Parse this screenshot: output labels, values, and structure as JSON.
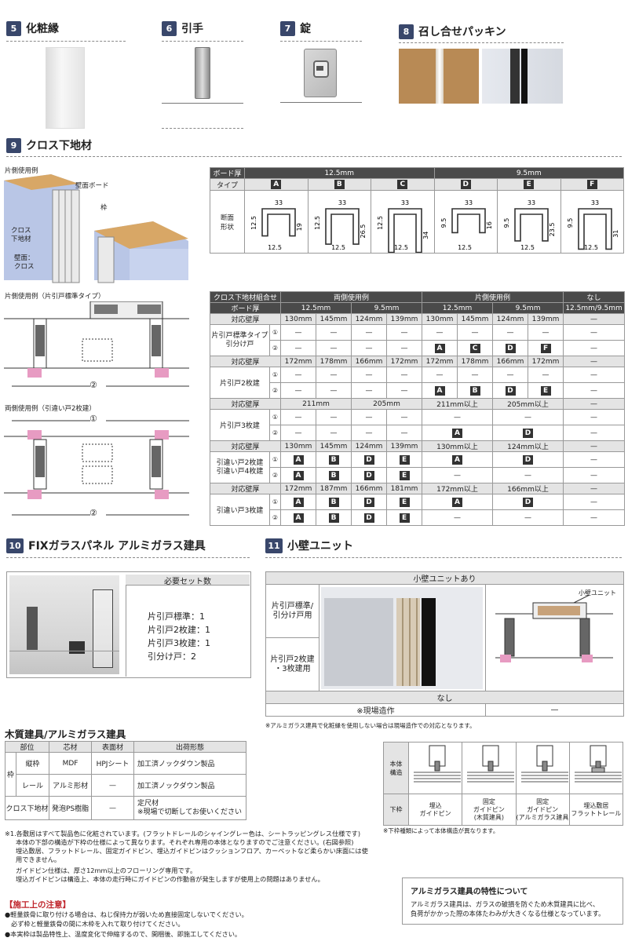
{
  "sec5": {
    "num": "5",
    "title": "化粧縁"
  },
  "sec6": {
    "num": "6",
    "title": "引手"
  },
  "sec7": {
    "num": "7",
    "title": "錠"
  },
  "sec8": {
    "num": "8",
    "title": "召し合せパッキン"
  },
  "sec9": {
    "num": "9",
    "title": "クロス下地材"
  },
  "sec10": {
    "num": "10",
    "title": "FIXガラスパネル アルミガラス建具"
  },
  "sec11": {
    "num": "11",
    "title": "小壁ユニット"
  },
  "diagram9": {
    "title": "片側使用例",
    "board": "壁面ボード",
    "frame": "枠",
    "cross1": "クロス",
    "cross2": "下地材",
    "wall1": "壁面：",
    "wall2": "クロス"
  },
  "plan1": {
    "title": "片側使用例（片引戸標準タイプ）",
    "mark": "②"
  },
  "plan2": {
    "title": "両側使用例（引違い戸2枚建）",
    "mark1": "①",
    "mark2": "②"
  },
  "table1": {
    "board_label": "ボード厚",
    "board_a": "12.5mm",
    "board_b": "9.5mm",
    "type_label": "タイプ",
    "types": [
      "A",
      "B",
      "C",
      "D",
      "E",
      "F"
    ],
    "shape_label1": "断面",
    "shape_label2": "形状",
    "dims": [
      {
        "top": "33",
        "left": "12.5",
        "right": "19",
        "bottom": "12.5"
      },
      {
        "top": "33",
        "left": "12.5",
        "right": "26.5",
        "bottom": "12.5"
      },
      {
        "top": "33",
        "left": "12.5",
        "right": "34",
        "bottom": "12.5"
      },
      {
        "top": "33",
        "left": "9.5",
        "right": "16",
        "bottom": "12.5"
      },
      {
        "top": "33",
        "left": "9.5",
        "right": "23.5",
        "bottom": "12.5"
      },
      {
        "top": "33",
        "left": "9.5",
        "right": "31",
        "bottom": "12.5"
      }
    ]
  },
  "table2": {
    "h1": "クロス下地材組合せ",
    "h2": "両側使用例",
    "h3": "片側使用例",
    "h4": "なし",
    "bl": "ボード厚",
    "b1": "12.5mm",
    "b2": "9.5mm",
    "b3": "12.5mm",
    "b4": "9.5mm",
    "b5": "12.5mm/9.5mm",
    "wl": "対応壁厚",
    "dash": "—",
    "w1": [
      "130mm",
      "145mm",
      "124mm",
      "139mm",
      "130mm",
      "145mm",
      "124mm",
      "139mm"
    ],
    "g1a": "片引戸標準タイプ",
    "g1b": "引分け戸",
    "r1c": [
      "A",
      "C",
      "D",
      "F"
    ],
    "w2": [
      "172mm",
      "178mm",
      "166mm",
      "172mm",
      "172mm",
      "178mm",
      "166mm",
      "172mm"
    ],
    "g2": "片引戸2枚建",
    "r2c": [
      "A",
      "B",
      "D",
      "E"
    ],
    "w3a": "211mm",
    "w3b": "205mm",
    "w3c": "211mm以上",
    "w3d": "205mm以上",
    "g3": "片引戸3枚建",
    "r3c": [
      "A",
      "D"
    ],
    "w4": [
      "130mm",
      "145mm",
      "124mm",
      "139mm"
    ],
    "w4c": "130mm以上",
    "w4d": "124mm以上",
    "g4a": "引違い戸2枚建",
    "g4b": "引違い戸4枚建",
    "r4": [
      "A",
      "B",
      "D",
      "E"
    ],
    "w5": [
      "172mm",
      "187mm",
      "166mm",
      "181mm"
    ],
    "w5c": "172mm以上",
    "w5d": "166mm以上",
    "g5": "引違い戸3枚建",
    "c1": "①",
    "c2": "②"
  },
  "sec10box": {
    "header": "必要セット数",
    "l1": "片引戸標準：1",
    "l2": "片引戸2枚建：1",
    "l3": "片引戸3枚建：1",
    "l4": "引分け戸：2"
  },
  "sec11box": {
    "header": "小壁ユニットあり",
    "row1a": "片引戸標準/",
    "row1b": "引分け戸用",
    "row2a": "片引戸2枚建",
    "row2b": "・3枚建用",
    "unit": "小壁ユニット",
    "none": "なし",
    "onsite": "※現場造作",
    "dash": "—",
    "note": "※アルミガラス建具で化粧縁を使用しない場合は現場造作での対応となります。"
  },
  "wood": {
    "title": "木質建具/アルミガラス建具",
    "head": [
      "部位",
      "芯材",
      "表面材",
      "出荷形態"
    ],
    "frame": "枠",
    "r1": [
      "縦枠",
      "MDF",
      "HPJシート",
      "加工済ノックダウン製品"
    ],
    "r2": [
      "レール",
      "アルミ形材",
      "—",
      "加工済ノックダウン製品"
    ],
    "r3a": "クロス下地材",
    "r3b": "発泡PS樹脂",
    "r3c": "—",
    "r3d": "定尺材",
    "r3e": "※現場で切断してお使いください"
  },
  "rail": {
    "hdr1": "本体",
    "hdr2": "構造",
    "low": "下枠",
    "c1a": "埋込",
    "c1b": "ガイドピン",
    "c2a": "固定",
    "c2b": "ガイドピン",
    "c2c": "(木質建具)",
    "c3a": "固定",
    "c3b": "ガイドピン",
    "c3c": "(アルミガラス建具)",
    "c4a": "埋込敷居",
    "c4b": "フラットトレール",
    "note": "※下枠種類によって本体構造が異なります。"
  },
  "notes": [
    "※1.各敷居はすべて製品色に化粧されています。(フラットドレールのシャイングレー色は、シートラッピングレス仕様です)",
    "本体の下部の構造が下枠の仕様によって異なります。それぞれ専用の本体となりますのでご注意ください。(右図参照)",
    "埋込敷居、フラットドレール、固定ガイドピン、埋込ガイドピンはクッションフロア、カーペットなど柔らかい床面には使",
    "用できません。",
    "ガイドピン仕様は、厚さ12mm以上のフローリング専用です。",
    "埋込ガイドピンは構造上、本体の走行時にガイドピンの作動音が発生しますが使用上の問題はありません。"
  ],
  "caution": {
    "title": "【施工上の注意】",
    "l1": "●軽量鉄骨に取り付ける場合は、ねじ保持力が弱いため直接固定しないでください。",
    "l2": "必ず枠と軽量鉄骨の間に木枠を入れて取り付けてください。",
    "l3": "●本実枠は製品特性上、温度変化で伸縮するので、開梱後、即施工してください。"
  },
  "alu": {
    "title": "アルミガラス建具の特性について",
    "l1": "アルミガラス建具は、ガラスの破損を防ぐため木質建具に比べ、",
    "l2": "負荷がかかった際の本体たわみが大きくなる仕様となっています。"
  }
}
